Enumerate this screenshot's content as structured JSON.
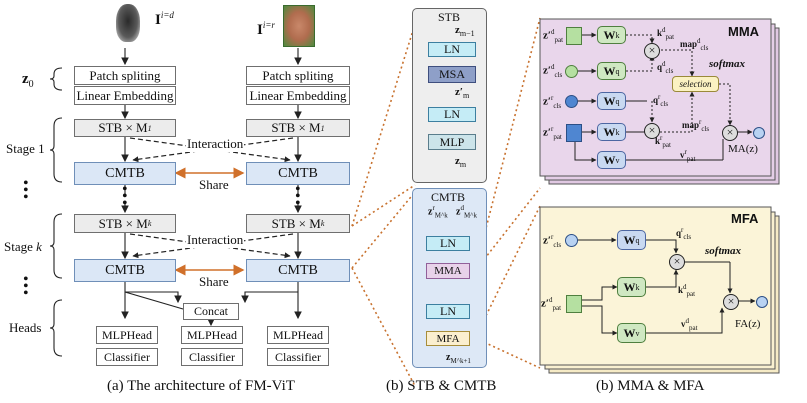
{
  "fmvit": {
    "img_depth_label": "I",
    "img_depth_sup": "i=d",
    "img_rgb_label": "I",
    "img_rgb_sup": "i=r",
    "z0_label": "z",
    "z0_sub": "0",
    "patch_left": "Patch spliting",
    "patch_right": "Patch spliting",
    "embed_left": "Linear Embedding",
    "embed_right": "Linear Embedding",
    "stb_1_left": "STB × M",
    "stb_1_left_sup": "1",
    "stb_1_right": "STB × M",
    "stb_1_right_sup": "1",
    "interaction_1": "Interaction",
    "stage1": "Stage 1",
    "cmtb_1_left": "CMTB",
    "cmtb_1_right": "CMTB",
    "share_1": "Share",
    "stb_k_left": "STB × M",
    "stb_k_left_sup": "k",
    "stb_k_right": "STB × M",
    "stb_k_right_sup": "k",
    "interaction_k": "Interaction",
    "stagek": "Stage",
    "stagek_var": "k",
    "cmtb_k_left": "CMTB",
    "cmtb_k_right": "CMTB",
    "share_k": "Share",
    "heads": "Heads",
    "concat": "Concat",
    "mlphead_left": "MLPHead",
    "mlphead_mid": "MLPHead",
    "mlphead_right": "MLPHead",
    "classifier_left": "Classifier",
    "classifier_mid": "Classifier",
    "classifier_right": "Classifier"
  },
  "stb_panel": {
    "title": "STB",
    "z_in": "z",
    "z_in_sub": "m−1",
    "ln1": "LN",
    "msa": "MSA",
    "z_mid": "z′",
    "z_mid_sub": "m",
    "ln2": "LN",
    "mlp": "MLP",
    "z_out": "z",
    "z_out_sub": "m"
  },
  "cmtb_panel": {
    "title": "CMTB",
    "z_r": "z",
    "z_r_sup": "r",
    "z_r_sub": "M^k",
    "z_d": "z",
    "z_d_sup": "d",
    "z_d_sub": "M^k",
    "ln1": "LN",
    "mma": "MMA",
    "ln2": "LN",
    "mfa": "MFA",
    "z_out": "z",
    "z_out_sub": "M^k+1"
  },
  "mma_panel": {
    "title": "MMA",
    "z_d_pat": "z′",
    "z_d_pat_sup": "d",
    "z_d_pat_sub": "pat",
    "z_d_cls": "z′",
    "z_d_cls_sup": "d",
    "z_d_cls_sub": "cls",
    "z_r_cls": "z′",
    "z_r_cls_sup": "r",
    "z_r_cls_sub": "cls",
    "z_r_pat": "z′",
    "z_r_pat_sup": "r",
    "z_r_pat_sub": "pat",
    "w1": "W",
    "w1_sub": "k",
    "w2": "W",
    "w2_sub": "q",
    "w3": "W",
    "w3_sub": "q",
    "w4": "W",
    "w4_sub": "k",
    "w5": "W",
    "w5_sub": "v",
    "k_d_pat": "k",
    "k_d_pat_sup": "d",
    "k_d_pat_sub": "pat",
    "q_d_cls": "q",
    "q_d_cls_sup": "d",
    "q_d_cls_sub": "cls",
    "map_d": "map",
    "map_d_sup": "d",
    "map_d_sub": "cls",
    "softmax": "softmax",
    "selection": "selection",
    "q_r_cls": "q",
    "q_r_cls_sup": "r",
    "q_r_cls_sub": "cls",
    "k_r_pat": "k",
    "k_r_pat_sup": "r",
    "k_r_pat_sub": "pat",
    "map_r": "map",
    "map_r_sup": "r",
    "map_r_sub": "cls",
    "v_r_pat": "v",
    "v_r_pat_sup": "r",
    "v_r_pat_sub": "pat",
    "output": "MA(z)"
  },
  "mfa_panel": {
    "title": "MFA",
    "z_r_cls": "z′",
    "z_r_cls_sup": "r",
    "z_r_cls_sub": "cls",
    "z_d_pat": "z′",
    "z_d_pat_sup": "d",
    "z_d_pat_sub": "pat",
    "wq": "W",
    "wq_sub": "q",
    "wk": "W",
    "wk_sub": "k",
    "wv": "W",
    "wv_sub": "v",
    "q_r_cls": "q",
    "q_r_cls_sup": "r",
    "q_r_cls_sub": "cls",
    "softmax": "softmax",
    "k_d_pat": "k",
    "k_d_pat_sup": "d",
    "k_d_pat_sub": "pat",
    "v_d_pat": "v",
    "v_d_pat_sup": "d",
    "v_d_pat_sub": "pat",
    "output": "FA(z)"
  },
  "captions": {
    "a": "(a) The architecture of FM-ViT",
    "b1": "(b) STB & CMTB",
    "b2": "(b) MMA & MFA"
  },
  "colors": {
    "stb_fill": "#ececec",
    "cmtb_fill": "#dbe7f6",
    "share_arrow": "#d0702a",
    "zoom_dots": "#c8722f",
    "mma_panel": "#e9d6eb",
    "mfa_panel": "#fbf4d8",
    "green_node": "#b5e0a1",
    "blue_node": "#4f86d1"
  }
}
